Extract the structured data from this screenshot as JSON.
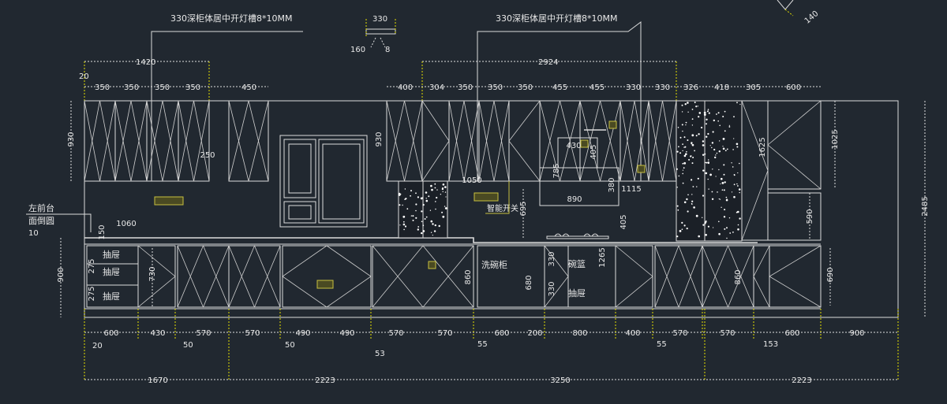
{
  "annotations": {
    "light_slot_left": "330深柜体居中开灯槽8*10MM",
    "light_slot_right": "330深柜体居中开灯槽8*10MM",
    "left_counter_line1": "左前台",
    "left_counter_line2": "面倒圆",
    "left_counter_line3": "10",
    "drawer": "抽屉",
    "dishwasher": "洗碗柜",
    "bowl_basket": "碗篮",
    "switch_label": "智能开关"
  },
  "detail": {
    "width": "330",
    "left": "160",
    "right": "8",
    "angle_dim": "140"
  },
  "dims": {
    "overall_top_left": "1420",
    "overall_top_right": "2924",
    "upper_left": [
      "20",
      "350",
      "350",
      "350",
      "350",
      "450"
    ],
    "upper_right": [
      "400",
      "304",
      "350",
      "350",
      "350",
      "455",
      "455",
      "330",
      "330",
      "326",
      "418",
      "305",
      "600"
    ],
    "vertical": [
      "930",
      "930",
      "250",
      "1050",
      "430",
      "405",
      "785",
      "380",
      "890",
      "1115",
      "695",
      "405",
      "1265",
      "1625",
      "1025",
      "590",
      "2485",
      "1060",
      "150",
      "900",
      "275",
      "275",
      "730",
      "860",
      "680",
      "330",
      "330",
      "860",
      "690"
    ],
    "bottom": [
      "600",
      "430",
      "570",
      "570",
      "490",
      "490",
      "570",
      "570",
      "600",
      "200",
      "800",
      "400",
      "570",
      "570",
      "600",
      "900"
    ],
    "bottom_offsets": [
      "20",
      "50",
      "50",
      "53",
      "55",
      "55",
      "153"
    ],
    "totals": [
      "1670",
      "2223",
      "3250",
      "2223"
    ]
  },
  "colors": {
    "background": "#212830",
    "line": "#dcdcdc",
    "dimension_ext": "#e5e000"
  }
}
